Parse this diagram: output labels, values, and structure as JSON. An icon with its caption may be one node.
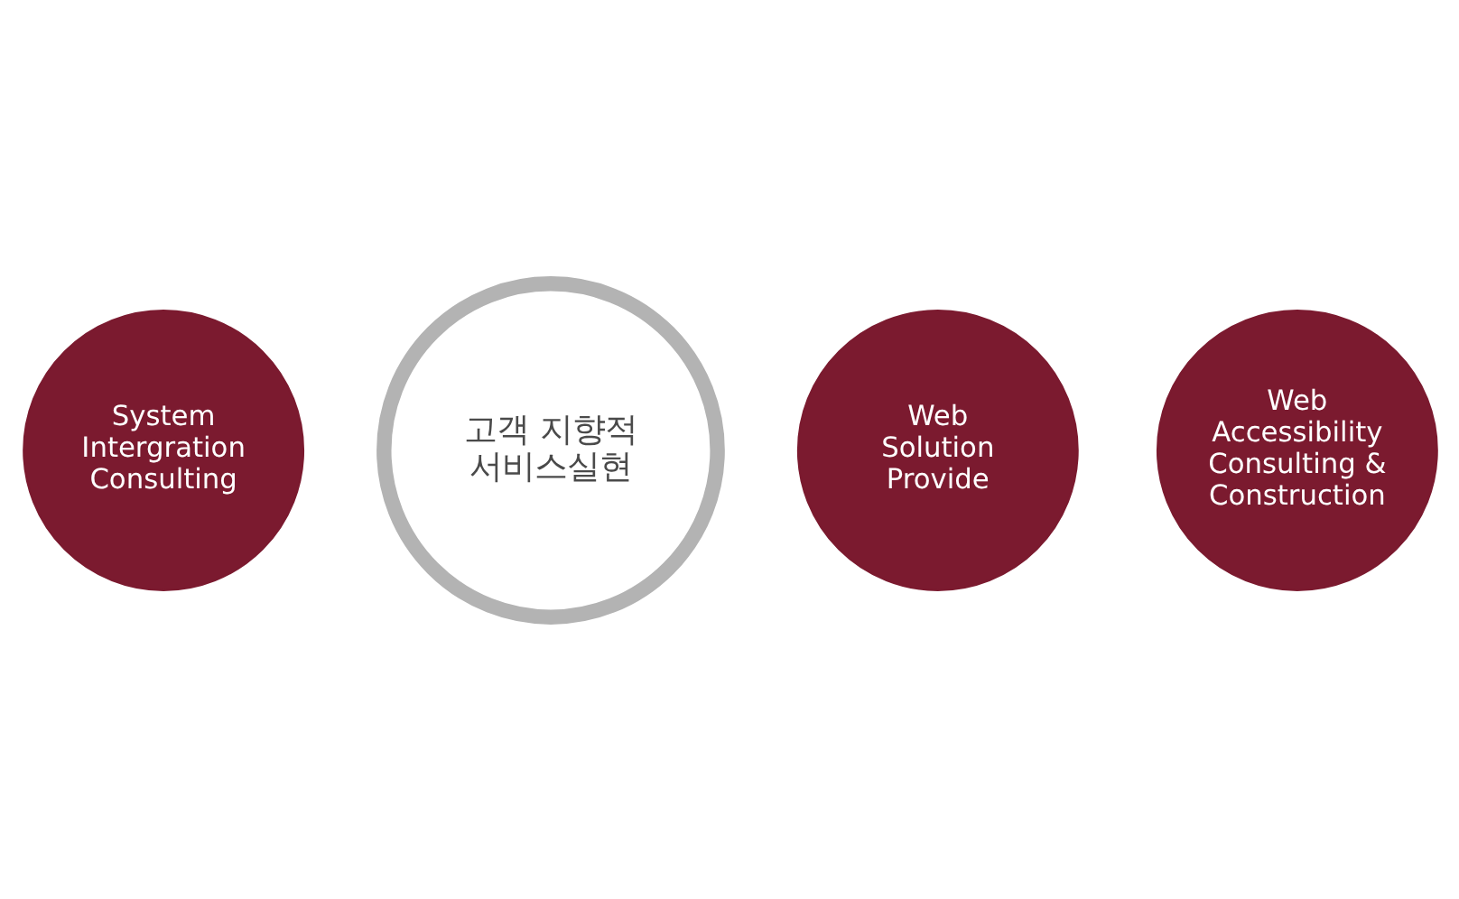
{
  "diagram": {
    "nodes": [
      {
        "text": [
          "System Intergration Consulting"
        ]
      },
      {
        "text": [
          "고객 지향적 서비스실현"
        ]
      },
      {
        "text": [
          "Web Solution Provide"
        ]
      },
      {
        "text": [
          "Web Accessibility Consulting & Construction"
        ]
      }
    ]
  }
}
